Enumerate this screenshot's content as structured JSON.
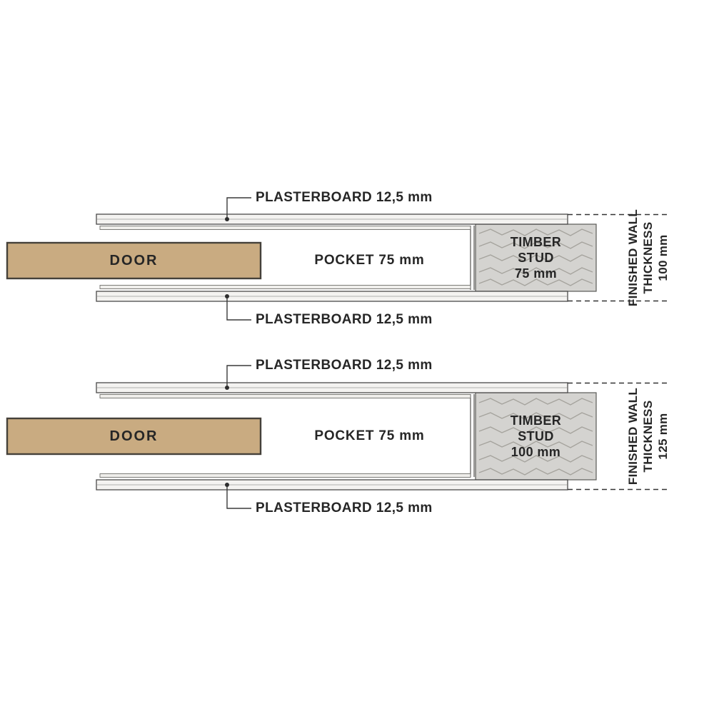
{
  "diagram_top": {
    "plasterboard_top_label": "PLASTERBOARD 12,5 mm",
    "plasterboard_bottom_label": "PLASTERBOARD 12,5 mm",
    "door_label": "DOOR",
    "pocket_label": "POCKET 75 mm",
    "stud_lines": [
      "TIMBER",
      "STUD",
      "75 mm"
    ],
    "wall_lines": [
      "FINISHED WALL",
      "THICKNESS",
      "100 mm"
    ]
  },
  "diagram_bottom": {
    "plasterboard_top_label": "PLASTERBOARD 12,5 mm",
    "plasterboard_bottom_label": "PLASTERBOARD 12,5 mm",
    "door_label": "DOOR",
    "pocket_label": "POCKET 75 mm",
    "stud_lines": [
      "TIMBER",
      "STUD",
      "100 mm"
    ],
    "wall_lines": [
      "FINISHED WALL",
      "THICKNESS",
      "125 mm"
    ]
  },
  "colors": {
    "door_fill": "#c9ab81",
    "stud_fill": "#d4d3d0",
    "board_fill": "#f4f3f1",
    "line_color": "#3a3a3a",
    "text_color": "#262626"
  }
}
